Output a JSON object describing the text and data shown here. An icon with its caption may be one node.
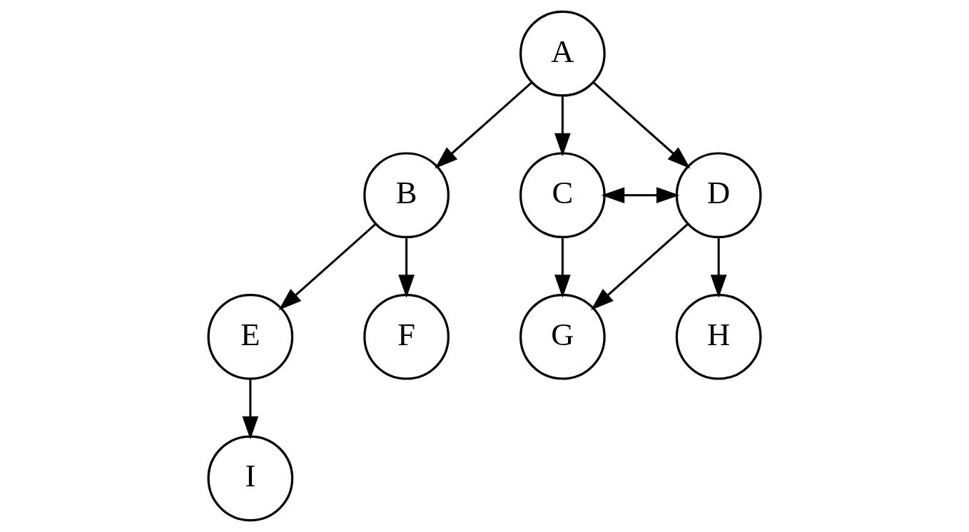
{
  "diagram": {
    "nodes": [
      {
        "text": [
          "A"
        ]
      },
      {
        "text": [
          "B"
        ]
      },
      {
        "text": [
          "C"
        ]
      },
      {
        "text": [
          "D"
        ]
      },
      {
        "text": [
          "E"
        ]
      },
      {
        "text": [
          "F"
        ]
      },
      {
        "text": [
          "G"
        ]
      },
      {
        "text": [
          "H"
        ]
      },
      {
        "text": [
          "I"
        ]
      }
    ],
    "edges": [
      {
        "from": 0,
        "to": 1,
        "arrow": "to"
      },
      {
        "from": 0,
        "to": 2,
        "arrow": "to"
      },
      {
        "from": 0,
        "to": 3,
        "arrow": "to"
      },
      {
        "from": 2,
        "to": 3,
        "arrow": "both"
      },
      {
        "from": 1,
        "to": 4,
        "arrow": "to"
      },
      {
        "from": 1,
        "to": 5,
        "arrow": "to"
      },
      {
        "from": 2,
        "to": 6,
        "arrow": "to"
      },
      {
        "from": 3,
        "to": 6,
        "arrow": "to"
      },
      {
        "from": 3,
        "to": 7,
        "arrow": "to"
      },
      {
        "from": 4,
        "to": 8,
        "arrow": "to"
      }
    ]
  }
}
